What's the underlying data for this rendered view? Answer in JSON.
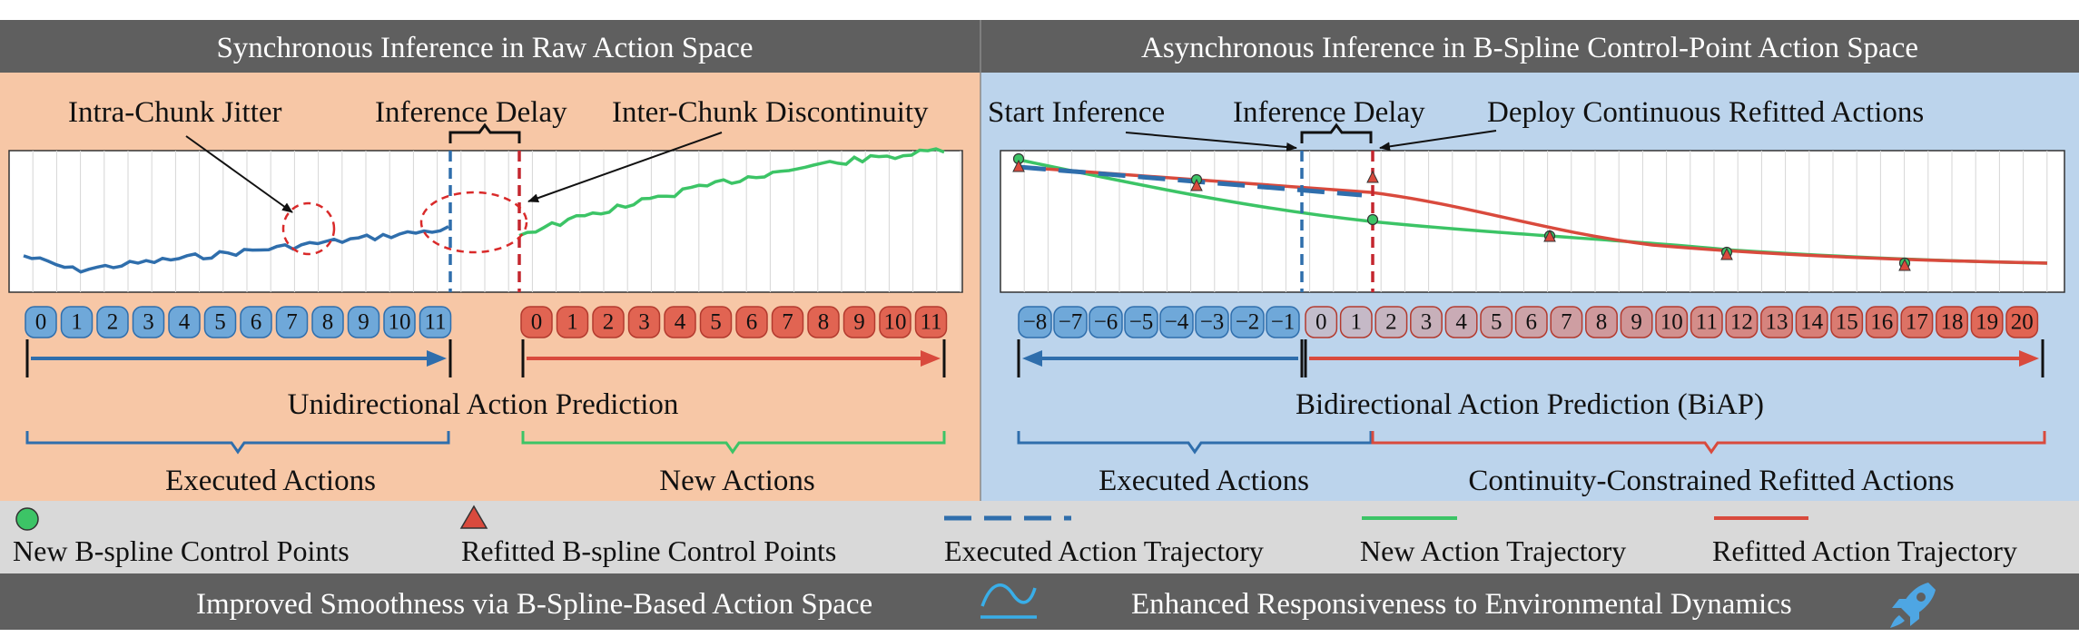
{
  "headers": {
    "left": "Synchronous Inference in Raw Action Space",
    "right": "Asynchronous Inference in B-Spline Control-Point Action Space"
  },
  "left_panel": {
    "annotations": {
      "jitter": "Intra-Chunk Jitter",
      "delay": "Inference Delay",
      "discontinuity": "Inter-Chunk Discontinuity"
    },
    "chunk_a": [
      "0",
      "1",
      "2",
      "3",
      "4",
      "5",
      "6",
      "7",
      "8",
      "9",
      "10",
      "11"
    ],
    "chunk_b": [
      "0",
      "1",
      "2",
      "3",
      "4",
      "5",
      "6",
      "7",
      "8",
      "9",
      "10",
      "11"
    ],
    "prediction_label": "Unidirectional Action Prediction",
    "executed_label": "Executed Actions",
    "new_label": "New Actions"
  },
  "right_panel": {
    "annotations": {
      "start": "Start Inference",
      "delay": "Inference Delay",
      "deploy": "Deploy Continuous Refitted Actions"
    },
    "neg_chunk": [
      "−8",
      "−7",
      "−6",
      "−5",
      "−4",
      "−3",
      "−2",
      "−1"
    ],
    "pos_chunk": [
      "0",
      "1",
      "2",
      "3",
      "4",
      "5",
      "6",
      "7",
      "8",
      "9",
      "10",
      "11",
      "12",
      "13",
      "14",
      "15",
      "16",
      "17",
      "18",
      "19",
      "20"
    ],
    "prediction_label": "Bidirectional Action Prediction (BiAP)",
    "executed_label": "Executed Actions",
    "refitted_label": "Continuity-Constrained Refitted Actions"
  },
  "legend": {
    "items": [
      {
        "label": "New B-spline  Control Points"
      },
      {
        "label": "Refitted B-spline Control Points"
      },
      {
        "label": "Executed Action Trajectory"
      },
      {
        "label": "New Action Trajectory"
      },
      {
        "label": "Refitted Action Trajectory"
      }
    ]
  },
  "footer": {
    "left": "Improved Smoothness via B-Spline-Based Action Space",
    "right": "Enhanced Responsiveness to Environmental Dynamics",
    "icons": [
      "wave-icon",
      "rocket-icon"
    ]
  },
  "colors": {
    "header_bg": "#5f5f5f",
    "left_bg": "#f7c7a6",
    "right_bg": "#bcd4ec",
    "legend_bg": "#d9d9d9",
    "blue": "#2f6eac",
    "red": "#d94a3d",
    "green": "#3cc466",
    "pill_blue": "#6fa8d9",
    "pill_red": "#e16452"
  }
}
